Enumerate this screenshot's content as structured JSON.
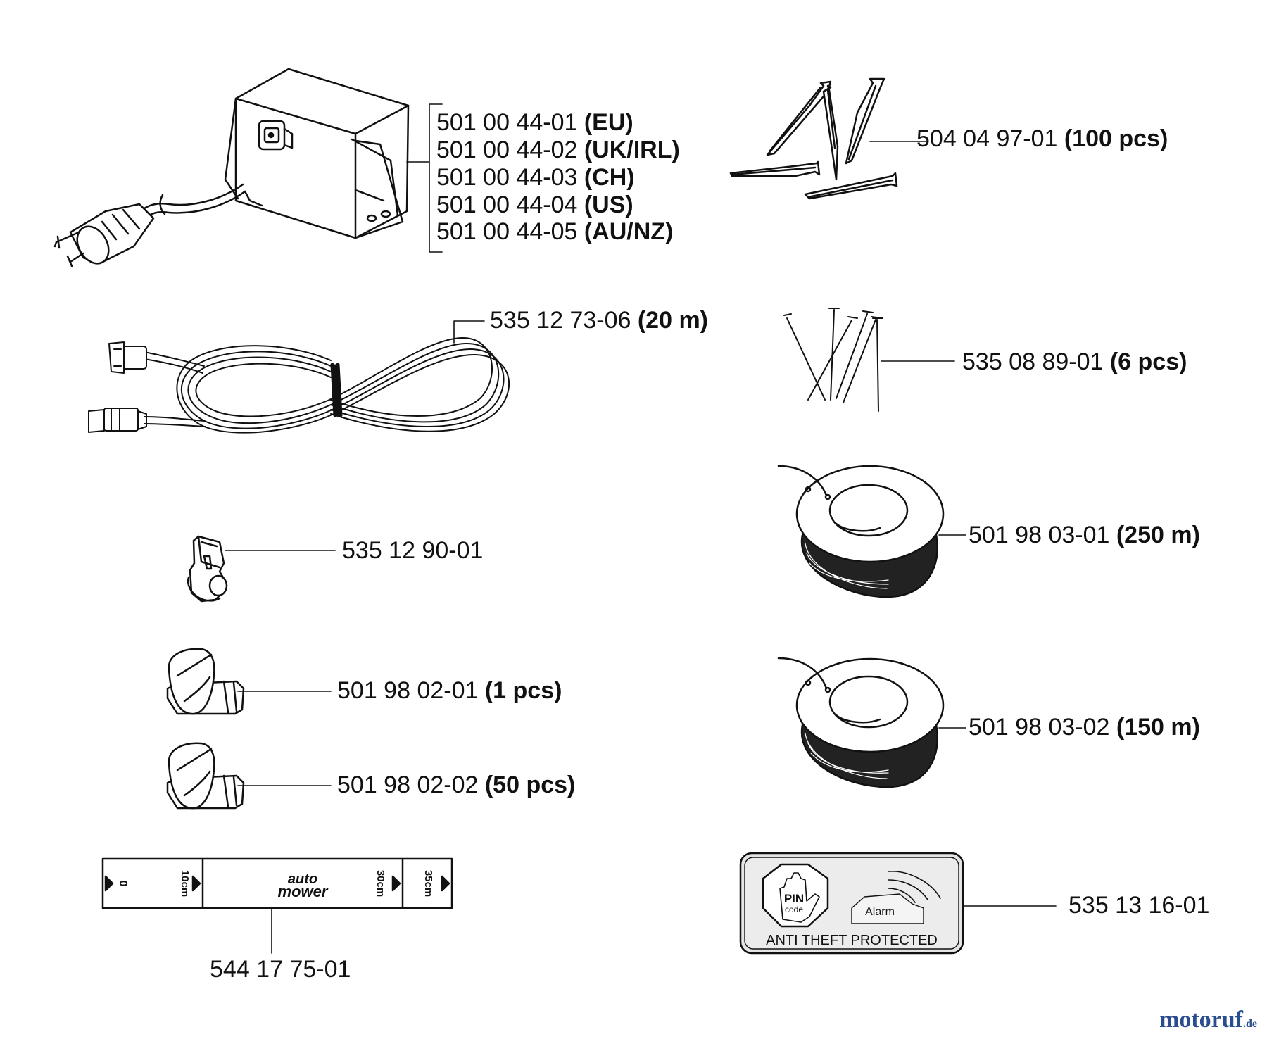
{
  "parts": {
    "transformer": [
      {
        "number": "501 00 44-01",
        "note": "(EU)"
      },
      {
        "number": "501 00 44-02",
        "note": "(UK/IRL)"
      },
      {
        "number": "501 00 44-03",
        "note": "(CH)"
      },
      {
        "number": "501 00 44-04",
        "note": "(US)"
      },
      {
        "number": "501 00 44-05",
        "note": "(AU/NZ)"
      }
    ],
    "pegs": {
      "number": "504 04 97-01",
      "note": "(100 pcs)"
    },
    "cable": {
      "number": "535 12 73-06",
      "note": "(20 m)"
    },
    "nails": {
      "number": "535 08 89-01",
      "note": "(6 pcs)"
    },
    "clip": {
      "number": "535 12 90-01"
    },
    "spool_250": {
      "number": "501 98 03-01",
      "note": "(250 m)"
    },
    "coupler_1": {
      "number": "501 98 02-01",
      "note": "(1 pcs)"
    },
    "spool_150": {
      "number": "501 98 03-02",
      "note": "(150 m)"
    },
    "coupler_50": {
      "number": "501 98 02-02",
      "note": "(50 pcs)"
    },
    "ruler": {
      "number": "544 17 75-01"
    },
    "sticker": {
      "number": "535 13 16-01"
    }
  },
  "ruler_text": {
    "zero": "0",
    "t10": "10cm",
    "logo_1": "auto",
    "logo_2": "mower",
    "t30": "30cm",
    "t35": "35cm"
  },
  "sticker_text": {
    "pin": "PIN",
    "code": "code",
    "alarm": "Alarm",
    "caption": "ANTI THEFT PROTECTED"
  },
  "watermark": {
    "main": "motoruf",
    "suffix": ".de",
    "color": "#2a4d8f"
  }
}
